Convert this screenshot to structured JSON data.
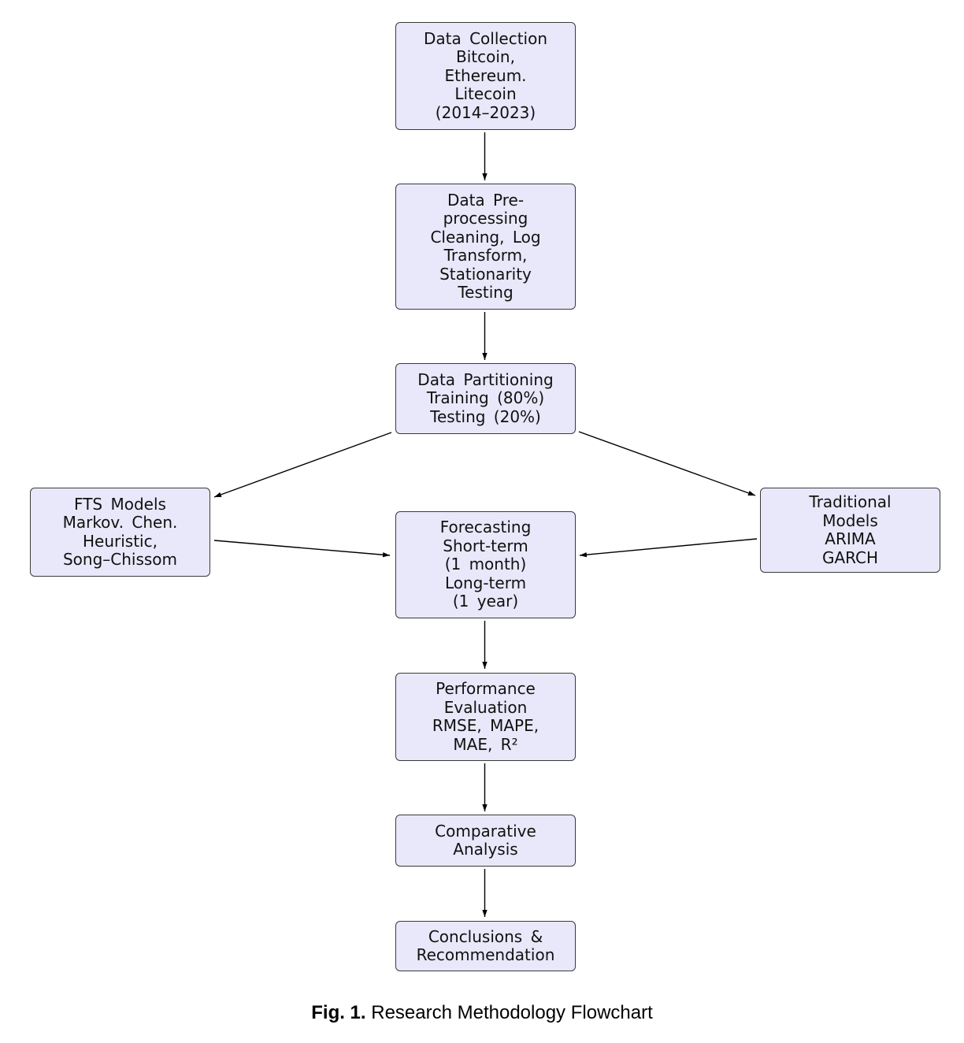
{
  "nodes": {
    "data_collection": {
      "lines": [
        "Data  Collection",
        "Bitcoin,",
        "Ethereum.",
        "Litecoin",
        "(2014–2023)"
      ]
    },
    "preprocessing": {
      "lines": [
        "Data  Pre-",
        "processing",
        "Cleaning,  Log",
        "Transform,",
        "Stationarity",
        "Testing"
      ]
    },
    "partitioning": {
      "lines": [
        "Data  Partitioning",
        "Training  (80%)",
        "Testing  (20%)"
      ]
    },
    "fts_models": {
      "lines": [
        "FTS  Models",
        "Markov.  Chen.",
        "Heuristic,",
        "Song–Chissom"
      ]
    },
    "traditional": {
      "lines": [
        "Traditional",
        "Models",
        "ARIMA",
        "GARCH"
      ]
    },
    "forecasting": {
      "lines": [
        "Forecasting",
        "Short-term",
        "(1 month)",
        "Long-term",
        "(1 year)"
      ]
    },
    "performance": {
      "lines": [
        "Performance",
        "Evaluation",
        "RMSE,  MAPE,",
        "MAE,  R²"
      ]
    },
    "comparative": {
      "lines": [
        "Comparative",
        "Analysis"
      ]
    },
    "conclusions": {
      "lines": [
        "Conclusions  &",
        "Recommendation"
      ]
    }
  },
  "edges": [
    {
      "from": "data_collection",
      "to": "preprocessing"
    },
    {
      "from": "preprocessing",
      "to": "partitioning"
    },
    {
      "from": "partitioning",
      "to": "fts_models"
    },
    {
      "from": "partitioning",
      "to": "traditional"
    },
    {
      "from": "fts_models",
      "to": "forecasting"
    },
    {
      "from": "traditional",
      "to": "forecasting"
    },
    {
      "from": "forecasting",
      "to": "performance"
    },
    {
      "from": "performance",
      "to": "comparative"
    },
    {
      "from": "comparative",
      "to": "conclusions"
    }
  ],
  "caption": {
    "label": "Fig. 1.",
    "text": "Research Methodology Flowchart"
  },
  "colors": {
    "node_fill": "#e8e8fa",
    "node_border": "#3a3a3a",
    "edge": "#000000"
  }
}
